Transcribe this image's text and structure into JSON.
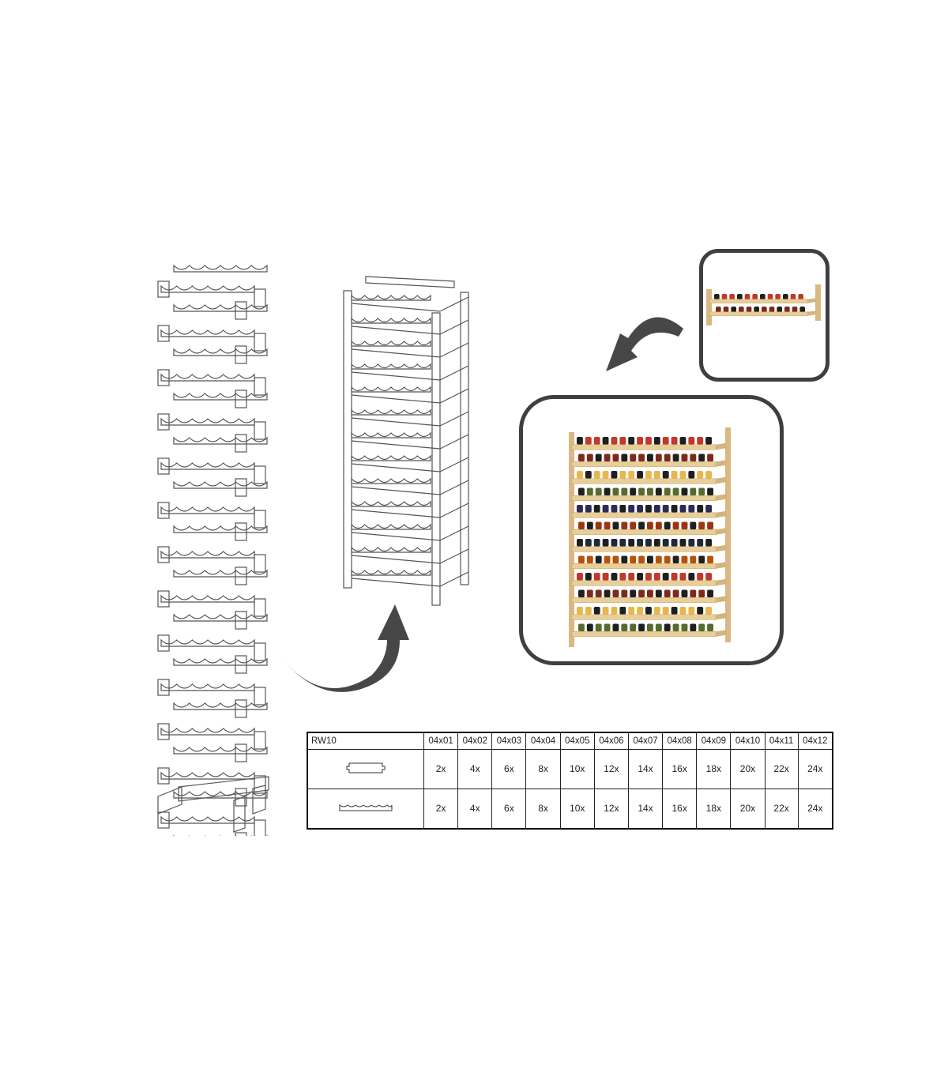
{
  "table": {
    "model": "RW10",
    "sizes": [
      "04x01",
      "04x02",
      "04x03",
      "04x04",
      "04x05",
      "04x06",
      "04x07",
      "04x08",
      "04x09",
      "04x10",
      "04x11",
      "04x12"
    ],
    "rows": [
      {
        "part_icon": "short-end-piece-icon",
        "quantities": [
          "2x",
          "4x",
          "6x",
          "8x",
          "10x",
          "12x",
          "14x",
          "16x",
          "18x",
          "20x",
          "22x",
          "24x"
        ]
      },
      {
        "part_icon": "long-wavy-rail-icon",
        "quantities": [
          "2x",
          "4x",
          "6x",
          "8x",
          "10x",
          "12x",
          "14x",
          "16x",
          "18x",
          "20x",
          "22x",
          "24x"
        ]
      }
    ]
  },
  "illustrations": {
    "exploded_view": "exploded-rack-drawing",
    "assembled_view": "assembled-rack-drawing",
    "small_photo": "single-row-wine-rack-photo",
    "large_photo": "twelve-row-wine-rack-photo"
  },
  "colors": {
    "arrow": "#474747",
    "frame": "#3f3f3f",
    "wood": "#e8cf9a",
    "line": "#555555"
  }
}
